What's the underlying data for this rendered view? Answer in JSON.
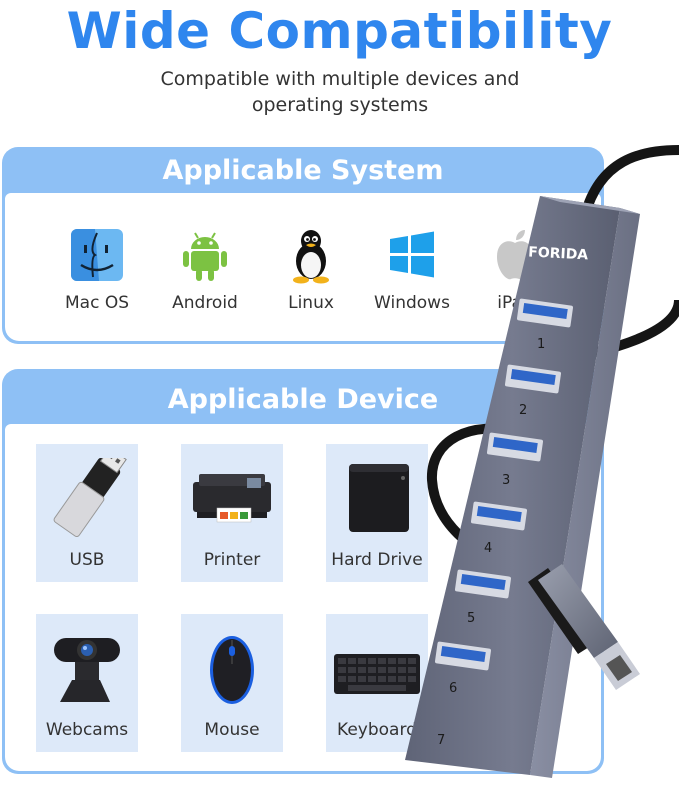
{
  "header": {
    "title": "Wide Compatibility",
    "subtitle_line1": "Compatible with multiple devices and",
    "subtitle_line2": "operating systems"
  },
  "system_section": {
    "title": "Applicable System",
    "items": [
      {
        "label": "Mac OS",
        "icon": "mac-finder-icon"
      },
      {
        "label": "Android",
        "icon": "android-icon"
      },
      {
        "label": "Linux",
        "icon": "linux-penguin-icon"
      },
      {
        "label": "Windows",
        "icon": "windows-icon"
      },
      {
        "label": "iPad",
        "icon": "apple-icon"
      }
    ]
  },
  "device_section": {
    "title": "Applicable Device",
    "items": [
      {
        "label": "USB",
        "icon": "usb-drive-icon"
      },
      {
        "label": "Printer",
        "icon": "printer-icon"
      },
      {
        "label": "Hard Drive",
        "icon": "hard-drive-icon"
      },
      {
        "label": "Webcams",
        "icon": "webcam-icon"
      },
      {
        "label": "Mouse",
        "icon": "mouse-icon"
      },
      {
        "label": "Keyboard",
        "icon": "keyboard-icon"
      }
    ]
  },
  "product": {
    "brand": "FORIDA",
    "port_numbers": [
      "1",
      "2",
      "3",
      "4",
      "5",
      "6",
      "7"
    ]
  },
  "colors": {
    "accent": "#2f86ee",
    "panel": "#8ec0f5",
    "card": "#dde9f9",
    "hub_body": "#6f7488"
  }
}
